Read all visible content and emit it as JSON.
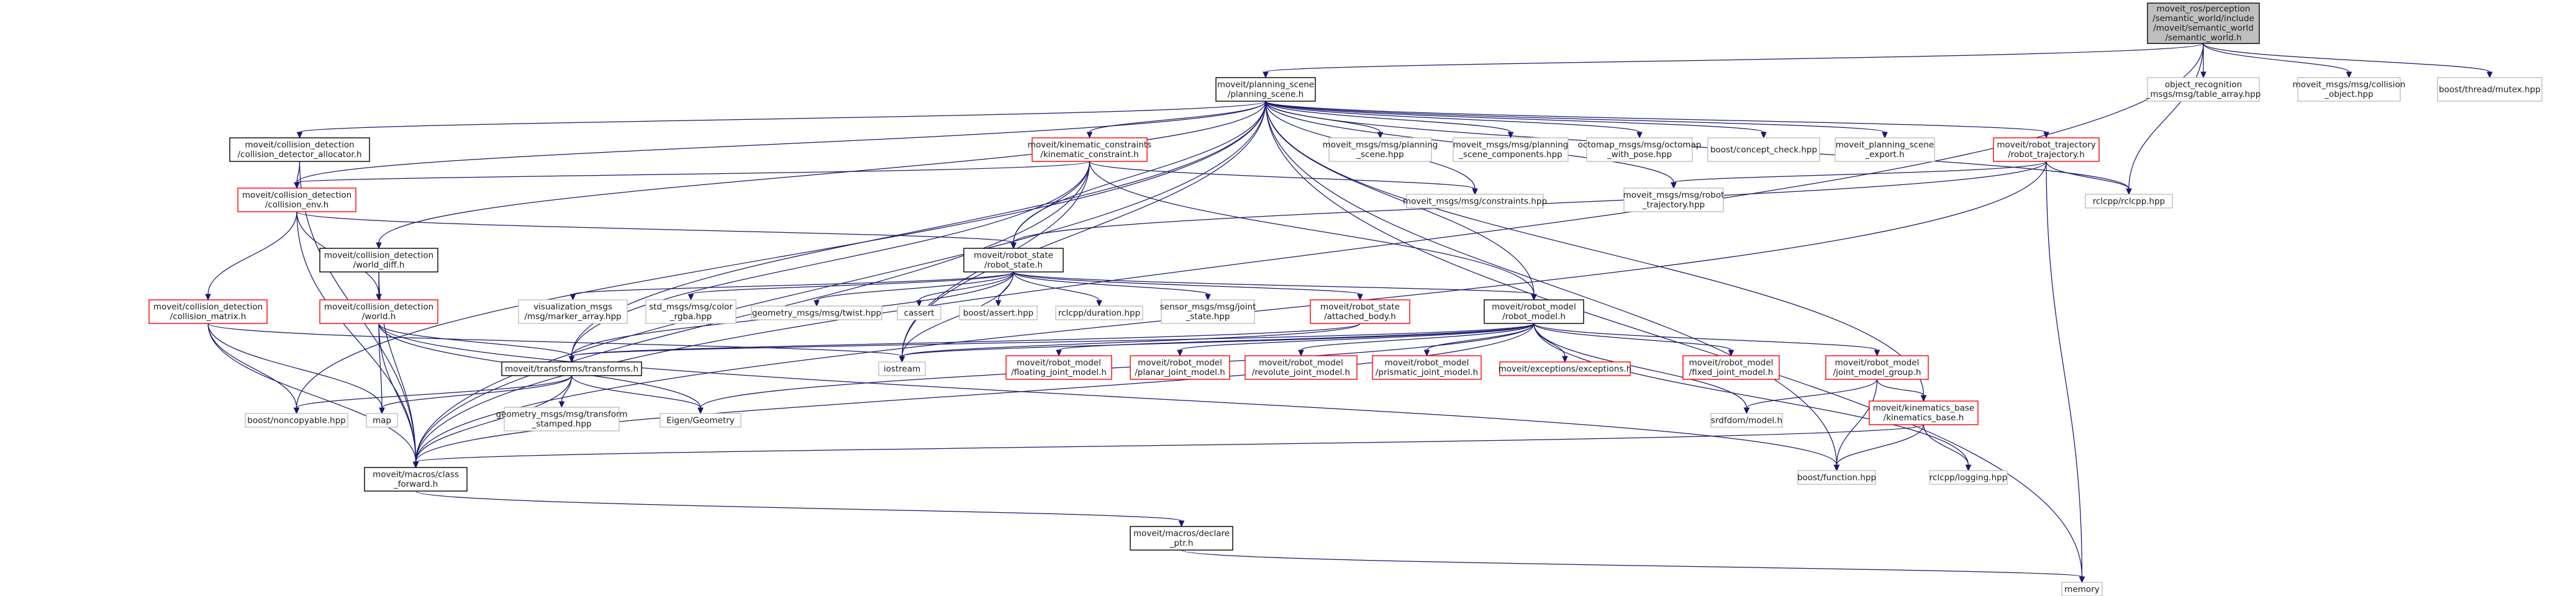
{
  "graph": {
    "title": "",
    "colors": {
      "edge": "#191970",
      "root_fill": "#bfbfbf",
      "border_black": "#000000",
      "border_red": "#ff0000",
      "border_grey": "#bfbfbf",
      "node_fill": "#ffffff"
    },
    "nodes": [
      {
        "id": "root",
        "lines": [
          "moveit_ros/perception",
          "/semantic_world/include",
          "/moveit/semantic_world",
          "/semantic_world.h"
        ],
        "style": "root"
      },
      {
        "id": "planning_scene",
        "lines": [
          "moveit/planning_scene",
          "/planning_scene.h"
        ],
        "style": "black"
      },
      {
        "id": "object_recognition",
        "lines": [
          "object_recognition",
          "_msgs/msg/table_array.hpp"
        ],
        "style": "grey"
      },
      {
        "id": "collision_object",
        "lines": [
          "moveit_msgs/msg/collision",
          "_object.hpp"
        ],
        "style": "grey"
      },
      {
        "id": "thread_mutex",
        "lines": [
          "boost/thread/mutex.hpp"
        ],
        "style": "grey"
      },
      {
        "id": "cd_allocator",
        "lines": [
          "moveit/collision_detection",
          "/collision_detector_allocator.h"
        ],
        "style": "black"
      },
      {
        "id": "kinematic_constraint",
        "lines": [
          "moveit/kinematic_constraints",
          "/kinematic_constraint.h"
        ],
        "style": "red"
      },
      {
        "id": "ps_msg",
        "lines": [
          "moveit_msgs/msg/planning",
          "_scene.hpp"
        ],
        "style": "grey"
      },
      {
        "id": "ps_components",
        "lines": [
          "moveit_msgs/msg/planning",
          "_scene_components.hpp"
        ],
        "style": "grey"
      },
      {
        "id": "octomap_pose",
        "lines": [
          "octomap_msgs/msg/octomap",
          "_with_pose.hpp"
        ],
        "style": "grey"
      },
      {
        "id": "concept_check",
        "lines": [
          "boost/concept_check.hpp"
        ],
        "style": "grey"
      },
      {
        "id": "ps_export",
        "lines": [
          "moveit_planning_scene",
          "_export.h"
        ],
        "style": "grey"
      },
      {
        "id": "robot_trajectory",
        "lines": [
          "moveit/robot_trajectory",
          "/robot_trajectory.h"
        ],
        "style": "red"
      },
      {
        "id": "collision_env",
        "lines": [
          "moveit/collision_detection",
          "/collision_env.h"
        ],
        "style": "red"
      },
      {
        "id": "constraints_hpp",
        "lines": [
          "moveit_msgs/msg/constraints.hpp"
        ],
        "style": "grey"
      },
      {
        "id": "robot_traj_hpp",
        "lines": [
          "moveit_msgs/msg/robot",
          "_trajectory.hpp"
        ],
        "style": "grey"
      },
      {
        "id": "rclcpp",
        "lines": [
          "rclcpp/rclcpp.hpp"
        ],
        "style": "grey"
      },
      {
        "id": "world_diff",
        "lines": [
          "moveit/collision_detection",
          "/world_diff.h"
        ],
        "style": "black"
      },
      {
        "id": "robot_state",
        "lines": [
          "moveit/robot_state",
          "/robot_state.h"
        ],
        "style": "black"
      },
      {
        "id": "collision_matrix",
        "lines": [
          "moveit/collision_detection",
          "/collision_matrix.h"
        ],
        "style": "red"
      },
      {
        "id": "world",
        "lines": [
          "moveit/collision_detection",
          "/world.h"
        ],
        "style": "red"
      },
      {
        "id": "marker_array",
        "lines": [
          "visualization_msgs",
          "/msg/marker_array.hpp"
        ],
        "style": "grey"
      },
      {
        "id": "color_rgba",
        "lines": [
          "std_msgs/msg/color",
          "_rgba.hpp"
        ],
        "style": "grey"
      },
      {
        "id": "twist",
        "lines": [
          "geometry_msgs/msg/twist.hpp"
        ],
        "style": "grey"
      },
      {
        "id": "cassert",
        "lines": [
          "cassert"
        ],
        "style": "grey"
      },
      {
        "id": "boost_assert",
        "lines": [
          "boost/assert.hpp"
        ],
        "style": "grey"
      },
      {
        "id": "duration",
        "lines": [
          "rclcpp/duration.hpp"
        ],
        "style": "grey"
      },
      {
        "id": "joint_state",
        "lines": [
          "sensor_msgs/msg/joint",
          "_state.hpp"
        ],
        "style": "grey"
      },
      {
        "id": "attached_body",
        "lines": [
          "moveit/robot_state",
          "/attached_body.h"
        ],
        "style": "red"
      },
      {
        "id": "robot_model",
        "lines": [
          "moveit/robot_model",
          "/robot_model.h"
        ],
        "style": "black"
      },
      {
        "id": "transforms",
        "lines": [
          "moveit/transforms/transforms.h"
        ],
        "style": "black"
      },
      {
        "id": "iostream",
        "lines": [
          "iostream"
        ],
        "style": "grey"
      },
      {
        "id": "floating_joint",
        "lines": [
          "moveit/robot_model",
          "/floating_joint_model.h"
        ],
        "style": "red"
      },
      {
        "id": "planar_joint",
        "lines": [
          "moveit/robot_model",
          "/planar_joint_model.h"
        ],
        "style": "red"
      },
      {
        "id": "revolute_joint",
        "lines": [
          "moveit/robot_model",
          "/revolute_joint_model.h"
        ],
        "style": "red"
      },
      {
        "id": "prismatic_joint",
        "lines": [
          "moveit/robot_model",
          "/prismatic_joint_model.h"
        ],
        "style": "red"
      },
      {
        "id": "exceptions",
        "lines": [
          "moveit/exceptions/exceptions.h"
        ],
        "style": "red"
      },
      {
        "id": "fixed_joint",
        "lines": [
          "moveit/robot_model",
          "/fixed_joint_model.h"
        ],
        "style": "red"
      },
      {
        "id": "joint_model_group",
        "lines": [
          "moveit/robot_model",
          "/joint_model_group.h"
        ],
        "style": "red"
      },
      {
        "id": "noncopyable",
        "lines": [
          "boost/noncopyable.hpp"
        ],
        "style": "grey"
      },
      {
        "id": "map",
        "lines": [
          "map"
        ],
        "style": "grey"
      },
      {
        "id": "transform_stamped",
        "lines": [
          "geometry_msgs/msg/transform",
          "_stamped.hpp"
        ],
        "style": "grey"
      },
      {
        "id": "eigen_geometry",
        "lines": [
          "Eigen/Geometry"
        ],
        "style": "grey"
      },
      {
        "id": "srdfdom",
        "lines": [
          "srdfdom/model.h"
        ],
        "style": "grey"
      },
      {
        "id": "kinematics_base",
        "lines": [
          "moveit/kinematics_base",
          "/kinematics_base.h"
        ],
        "style": "red"
      },
      {
        "id": "class_forward",
        "lines": [
          "moveit/macros/class",
          "_forward.h"
        ],
        "style": "black"
      },
      {
        "id": "boost_function",
        "lines": [
          "boost/function.hpp"
        ],
        "style": "grey"
      },
      {
        "id": "rclcpp_logging",
        "lines": [
          "rclcpp/logging.hpp"
        ],
        "style": "grey"
      },
      {
        "id": "declare_ptr",
        "lines": [
          "moveit/macros/declare",
          "_ptr.h"
        ],
        "style": "black"
      },
      {
        "id": "memory",
        "lines": [
          "memory"
        ],
        "style": "grey"
      }
    ],
    "edges": [
      [
        "root",
        "planning_scene"
      ],
      [
        "root",
        "object_recognition"
      ],
      [
        "root",
        "collision_object"
      ],
      [
        "root",
        "thread_mutex"
      ],
      [
        "root",
        "rclcpp"
      ],
      [
        "root",
        "class_forward"
      ],
      [
        "planning_scene",
        "cd_allocator"
      ],
      [
        "planning_scene",
        "kinematic_constraint"
      ],
      [
        "planning_scene",
        "ps_msg"
      ],
      [
        "planning_scene",
        "ps_components"
      ],
      [
        "planning_scene",
        "octomap_pose"
      ],
      [
        "planning_scene",
        "concept_check"
      ],
      [
        "planning_scene",
        "ps_export"
      ],
      [
        "planning_scene",
        "robot_trajectory"
      ],
      [
        "planning_scene",
        "collision_env"
      ],
      [
        "planning_scene",
        "world_diff"
      ],
      [
        "planning_scene",
        "robot_state"
      ],
      [
        "planning_scene",
        "robot_model"
      ],
      [
        "planning_scene",
        "transforms"
      ],
      [
        "planning_scene",
        "constraints_hpp"
      ],
      [
        "planning_scene",
        "robot_traj_hpp"
      ],
      [
        "planning_scene",
        "rclcpp"
      ],
      [
        "planning_scene",
        "noncopyable"
      ],
      [
        "planning_scene",
        "class_forward"
      ],
      [
        "planning_scene",
        "boost_function"
      ],
      [
        "planning_scene",
        "memory"
      ],
      [
        "planning_scene",
        "iostream"
      ],
      [
        "planning_scene",
        "kinematics_base"
      ],
      [
        "cd_allocator",
        "collision_env"
      ],
      [
        "cd_allocator",
        "class_forward"
      ],
      [
        "kinematic_constraint",
        "collision_env"
      ],
      [
        "kinematic_constraint",
        "robot_state"
      ],
      [
        "kinematic_constraint",
        "constraints_hpp"
      ],
      [
        "kinematic_constraint",
        "robot_model"
      ],
      [
        "kinematic_constraint",
        "iostream"
      ],
      [
        "kinematic_constraint",
        "class_forward"
      ],
      [
        "kinematic_constraint",
        "transforms"
      ],
      [
        "robot_trajectory",
        "robot_state"
      ],
      [
        "robot_trajectory",
        "robot_traj_hpp"
      ],
      [
        "robot_trajectory",
        "rclcpp"
      ],
      [
        "robot_trajectory",
        "memory"
      ],
      [
        "robot_trajectory",
        "class_forward"
      ],
      [
        "collision_env",
        "collision_matrix"
      ],
      [
        "collision_env",
        "world"
      ],
      [
        "collision_env",
        "robot_state"
      ],
      [
        "collision_env",
        "class_forward"
      ],
      [
        "world_diff",
        "world"
      ],
      [
        "world_diff",
        "class_forward"
      ],
      [
        "robot_state",
        "marker_array"
      ],
      [
        "robot_state",
        "color_rgba"
      ],
      [
        "robot_state",
        "twist"
      ],
      [
        "robot_state",
        "cassert"
      ],
      [
        "robot_state",
        "boost_assert"
      ],
      [
        "robot_state",
        "duration"
      ],
      [
        "robot_state",
        "joint_state"
      ],
      [
        "robot_state",
        "attached_body"
      ],
      [
        "robot_state",
        "robot_model"
      ],
      [
        "robot_state",
        "transforms"
      ],
      [
        "robot_state",
        "iostream"
      ],
      [
        "attached_body",
        "transforms"
      ],
      [
        "attached_body",
        "iostream"
      ],
      [
        "collision_matrix",
        "class_forward"
      ],
      [
        "collision_matrix",
        "map"
      ],
      [
        "collision_matrix",
        "iostream"
      ],
      [
        "collision_matrix",
        "noncopyable"
      ],
      [
        "world",
        "transforms"
      ],
      [
        "world",
        "map"
      ],
      [
        "world",
        "eigen_geometry"
      ],
      [
        "world",
        "class_forward"
      ],
      [
        "world",
        "boost_function"
      ],
      [
        "robot_model",
        "floating_joint"
      ],
      [
        "robot_model",
        "planar_joint"
      ],
      [
        "robot_model",
        "revolute_joint"
      ],
      [
        "robot_model",
        "prismatic_joint"
      ],
      [
        "robot_model",
        "exceptions"
      ],
      [
        "robot_model",
        "fixed_joint"
      ],
      [
        "robot_model",
        "joint_model_group"
      ],
      [
        "robot_model",
        "srdfdom"
      ],
      [
        "robot_model",
        "iostream"
      ],
      [
        "robot_model",
        "transforms"
      ],
      [
        "robot_model",
        "eigen_geometry"
      ],
      [
        "robot_model",
        "class_forward"
      ],
      [
        "robot_model",
        "rclcpp_logging"
      ],
      [
        "joint_model_group",
        "kinematics_base"
      ],
      [
        "joint_model_group",
        "boost_function"
      ],
      [
        "joint_model_group",
        "srdfdom"
      ],
      [
        "kinematics_base",
        "class_forward"
      ],
      [
        "kinematics_base",
        "boost_function"
      ],
      [
        "kinematics_base",
        "rclcpp_logging"
      ],
      [
        "transforms",
        "noncopyable"
      ],
      [
        "transforms",
        "map"
      ],
      [
        "transforms",
        "transform_stamped"
      ],
      [
        "transforms",
        "eigen_geometry"
      ],
      [
        "transforms",
        "class_forward"
      ],
      [
        "class_forward",
        "declare_ptr"
      ],
      [
        "declare_ptr",
        "memory"
      ]
    ]
  }
}
